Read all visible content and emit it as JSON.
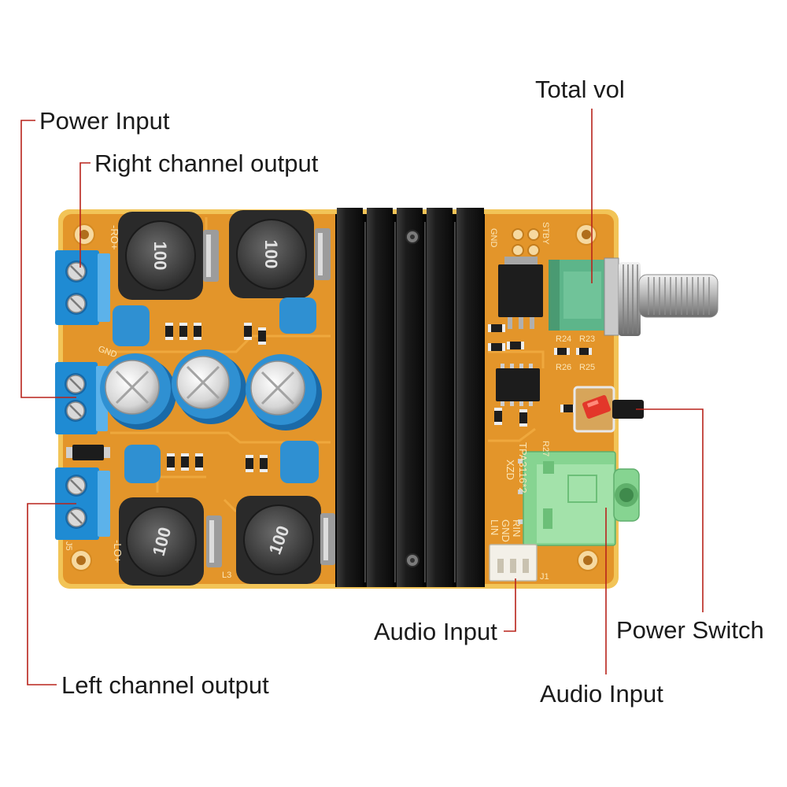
{
  "labels": {
    "total_vol": "Total vol",
    "power_input": "Power Input",
    "right_channel_output": "Right channel output",
    "audio_input_header": "Audio Input",
    "power_switch": "Power Switch",
    "audio_input_jack": "Audio Input",
    "left_channel_output": "Left channel output"
  },
  "silkscreen": {
    "inductor_value": "100",
    "right_output": "-RO+",
    "left_output": "-LO+",
    "power_ground": "GND",
    "brand": "XZD",
    "chip": "TPA3116*2",
    "input_pins": [
      "LIN",
      "GND",
      "RIN"
    ],
    "standby": "STBY",
    "ground": "GND",
    "connector_j1": "J1",
    "connector_j5": "J5",
    "inductor_l3": "L3",
    "resistors": [
      "R23",
      "R24",
      "R25",
      "R26",
      "R27"
    ]
  },
  "colors": {
    "callout": "#b8231b",
    "label": "#1b1b1b",
    "pcb": "#e3952a",
    "pcb_edge": "#f2c457",
    "heatsink": "#151515",
    "terminal": "#1f8bd3",
    "capacitor": "#2f90d2",
    "jack": "#86d491",
    "pot": "#5db58a",
    "led": "#e3372a"
  }
}
